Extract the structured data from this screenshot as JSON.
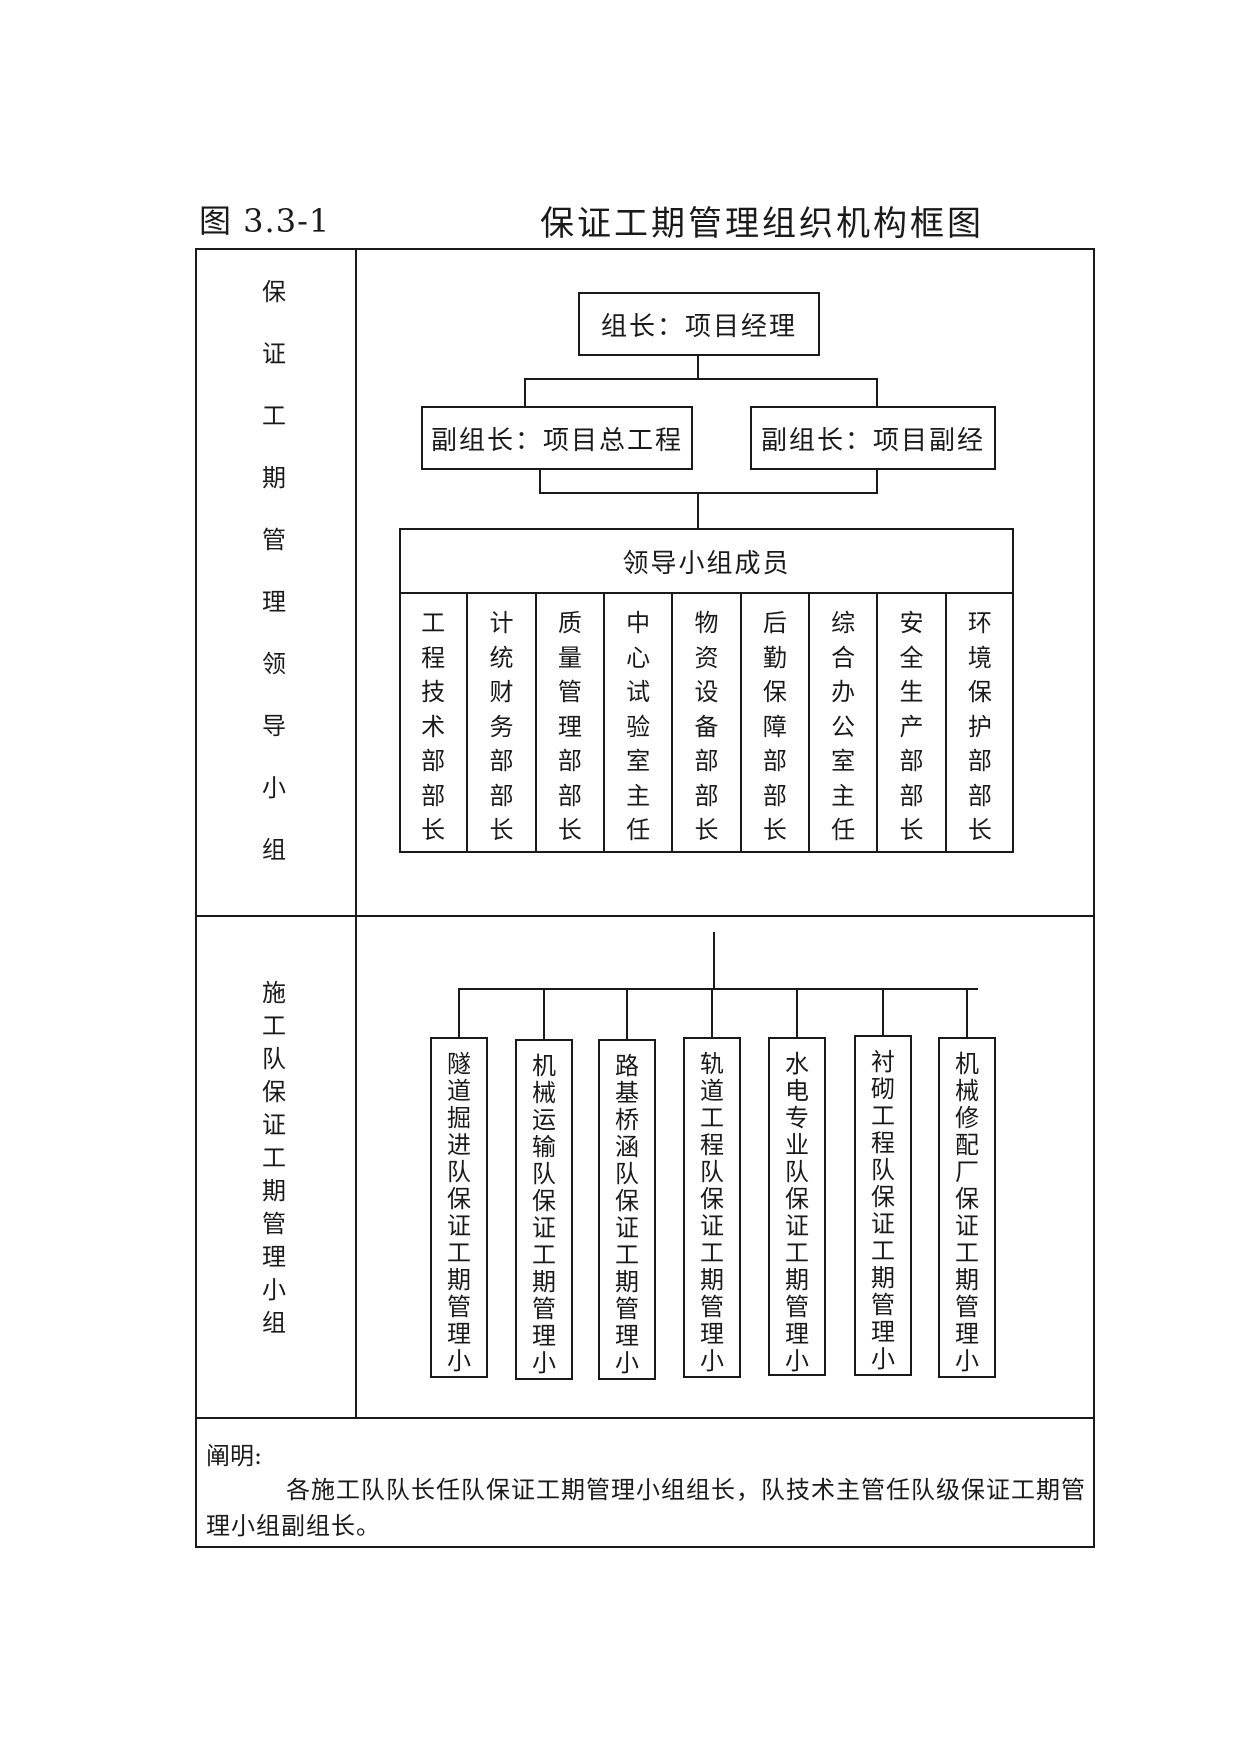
{
  "figure_number": "图 3.3-1",
  "title": "保证工期管理组织机构框图",
  "leadership_section_label": "保证工期管理领导小组",
  "team_section_label": "施工队保证工期管理小组",
  "leader": "组长：项目经理",
  "deputies": [
    "副组长：项目总工程",
    "副组长：项目副经"
  ],
  "members_header": "领导小组成员",
  "departments": [
    "工程技术部部长",
    "计统财务部部长",
    "质量管理部部长",
    "中心试验室主任",
    "物资设备部部长",
    "后勤保障部部长",
    "综合办公室主任",
    "安全生产部部长",
    "环境保护部部长"
  ],
  "teams": [
    "隧道掘进队保证工期管理小",
    "机械运输队保证工期管理小",
    "路基桥涵队保证工期管理小",
    "轨道工程队保证工期管理小",
    "水电专业队保证工期管理小",
    "衬砌工程队保证工期管理小",
    "机械修配厂保证工期管理小"
  ],
  "note_label": "阐明:",
  "note_text": "各施工队队长任队保证工期管理小组组长，队技术主管任队级保证工期管理小组副组长。"
}
